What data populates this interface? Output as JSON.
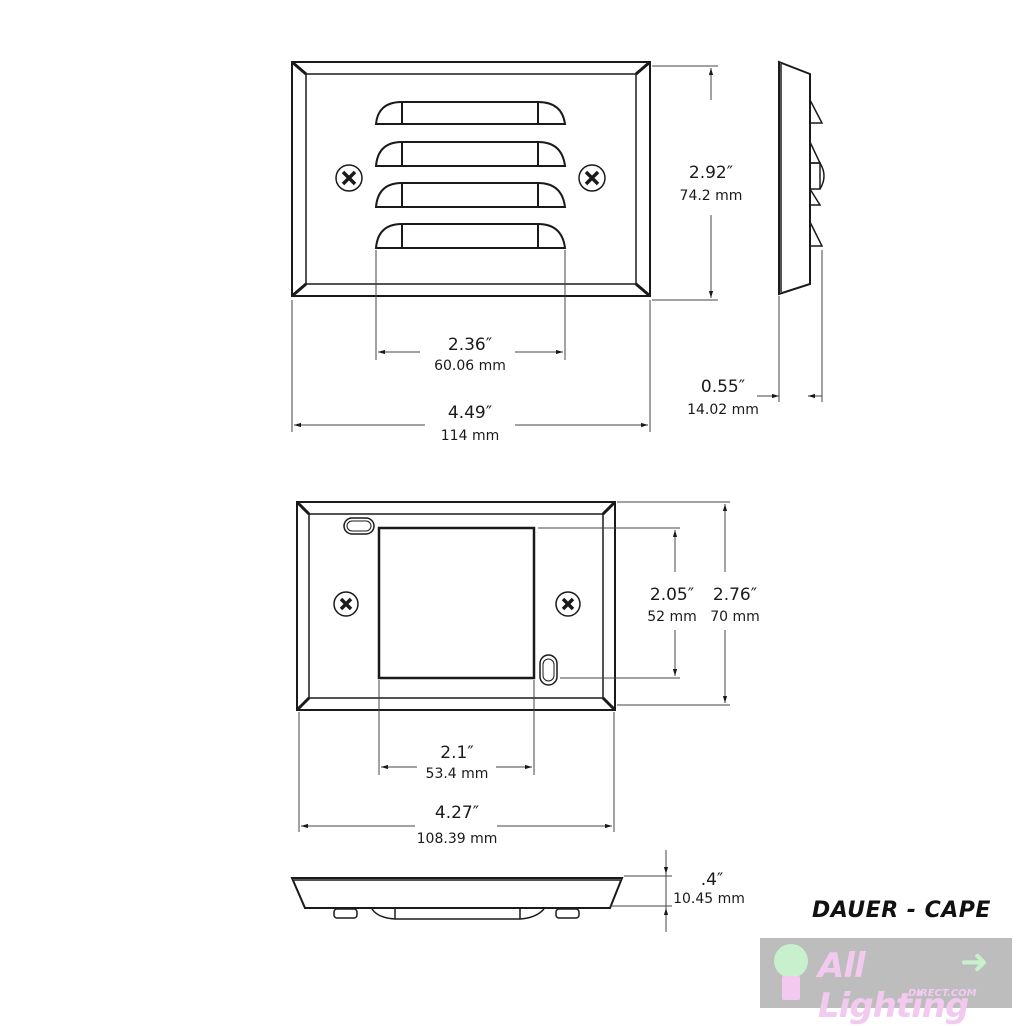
{
  "product": {
    "brand_title": "DAUER - CAPE"
  },
  "logo": {
    "text": "All Lighting",
    "subtext": "DIRECT.COM",
    "colors": {
      "background": "#bdbdbd",
      "bulb": "#c8f0cc",
      "text": "#f3c9f0",
      "arrow": "#c8f0cc"
    }
  },
  "views": {
    "front": {
      "height": {
        "inches": "2.92″",
        "mm": "74.2 mm"
      },
      "louver_width": {
        "inches": "2.36″",
        "mm": "60.06 mm"
      },
      "overall_width": {
        "inches": "4.49″",
        "mm": "114 mm"
      },
      "louver_count": 4
    },
    "side": {
      "depth": {
        "inches": "0.55″",
        "mm": "14.02 mm"
      }
    },
    "back": {
      "opening_height": {
        "inches": "2.05″",
        "mm": "52 mm"
      },
      "overall_height": {
        "inches": "2.76″",
        "mm": "70 mm"
      },
      "opening_width": {
        "inches": "2.1″",
        "mm": "53.4 mm"
      },
      "overall_width": {
        "inches": "4.27″",
        "mm": "108.39 mm"
      }
    },
    "bottom": {
      "thickness": {
        "inches": ".4″",
        "mm": "10.45 mm"
      }
    }
  },
  "colors": {
    "line": "#1a1a1a",
    "dim_line": "#444444"
  }
}
